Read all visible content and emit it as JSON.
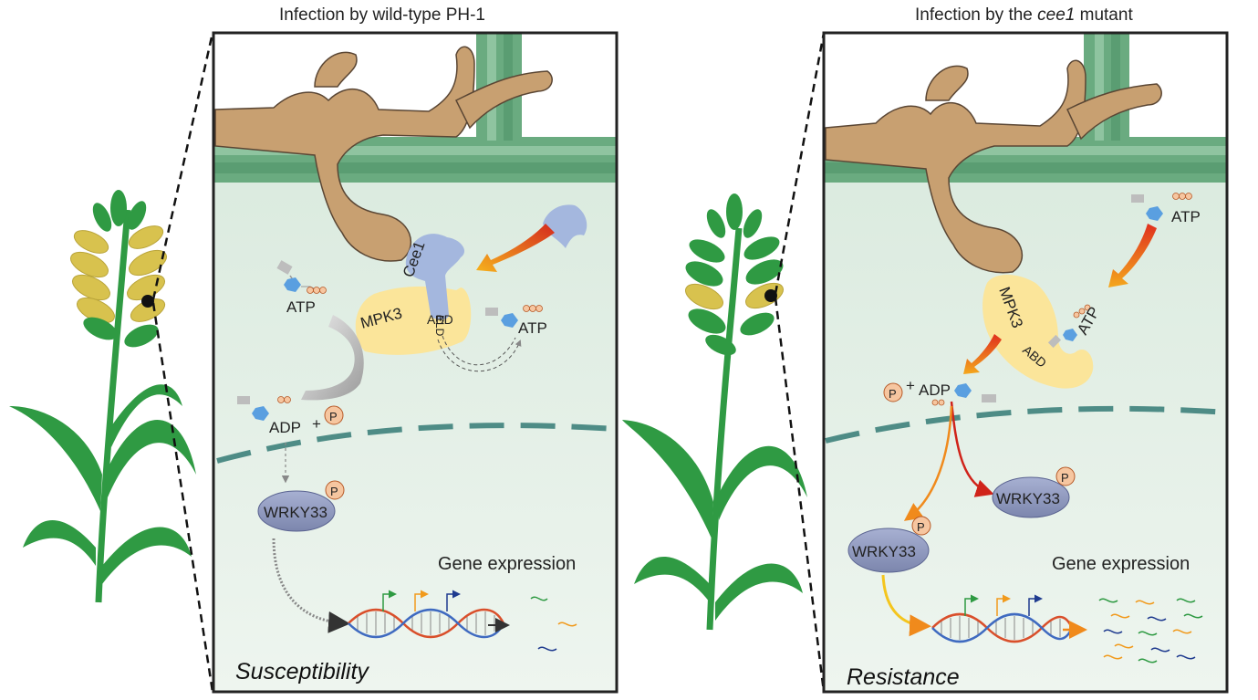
{
  "titles": {
    "left": "Infection by wild-type PH-1",
    "right_prefix": "Infection by the ",
    "right_gene": "cee1",
    "right_suffix": " mutant"
  },
  "left_panel": {
    "kinase": "MPK3",
    "effector": "Cee1",
    "eld": "ELD",
    "abd": "ABD",
    "atp_top": "ATP",
    "atp_right": "ATP",
    "ppp": "P P P",
    "pp": "P P",
    "adp": "ADP",
    "plus": "+",
    "p": "P",
    "wrky": "WRKY33",
    "gene_expression": "Gene expression",
    "outcome": "Susceptibility"
  },
  "right_panel": {
    "kinase": "MPK3",
    "abd": "ABD",
    "atp_top": "ATP",
    "atp_bound": "ATP",
    "ppp": "P P P",
    "pp": "P P",
    "adp": "ADP",
    "plus": "+",
    "p": "P",
    "wrky_right": "WRKY33",
    "wrky_left": "WRKY33",
    "gene_expression": "Gene expression",
    "outcome": "Resistance"
  },
  "colors": {
    "cell_bg": "#e3efe6",
    "cell_wall": "#6aab80",
    "hypha": "#c8a071",
    "mpk3": "#fbe59a",
    "cee1": "#a4b7de",
    "atp": "#5a9fe0",
    "phosphate": "#f6c6a0",
    "wrky": "#9aa3c6",
    "nucleus": "#4e8c86",
    "plant_green": "#2f9a43",
    "plant_yellow": "#d8c24e"
  }
}
